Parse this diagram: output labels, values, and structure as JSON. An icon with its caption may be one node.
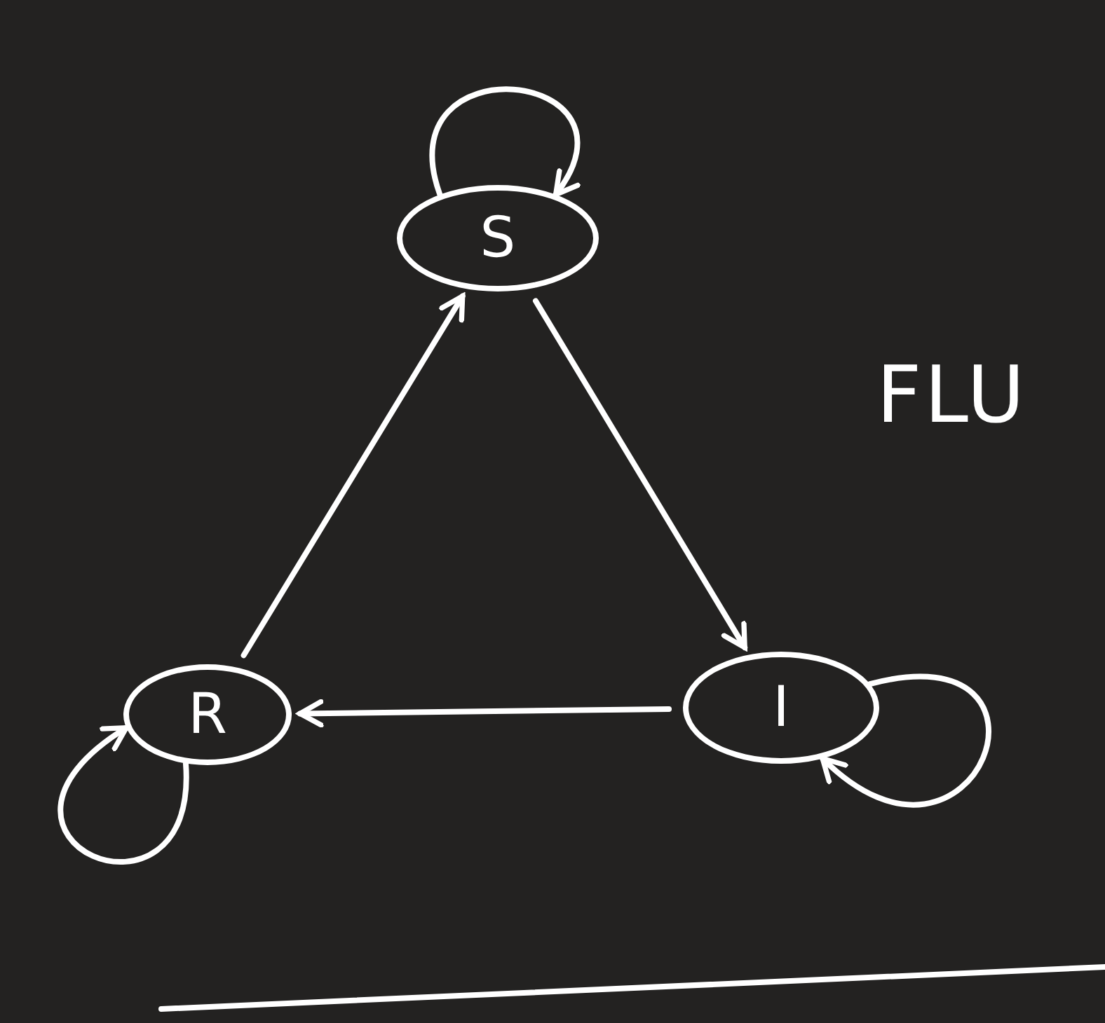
{
  "diagram": {
    "nodes": [
      {
        "text": [
          "S"
        ]
      },
      {
        "text": [
          "R"
        ]
      },
      {
        "text": [
          "I"
        ]
      }
    ],
    "edges": [
      {
        "from": 0,
        "to": 0,
        "arrow": "to"
      },
      {
        "from": 0,
        "to": 2,
        "arrow": "to"
      },
      {
        "from": 2,
        "to": 2,
        "arrow": "to"
      },
      {
        "from": 2,
        "to": 1,
        "arrow": "to"
      },
      {
        "from": 1,
        "to": 1,
        "arrow": "to"
      },
      {
        "from": 1,
        "to": 0,
        "arrow": "to"
      }
    ],
    "labels": [
      "FLU"
    ]
  }
}
